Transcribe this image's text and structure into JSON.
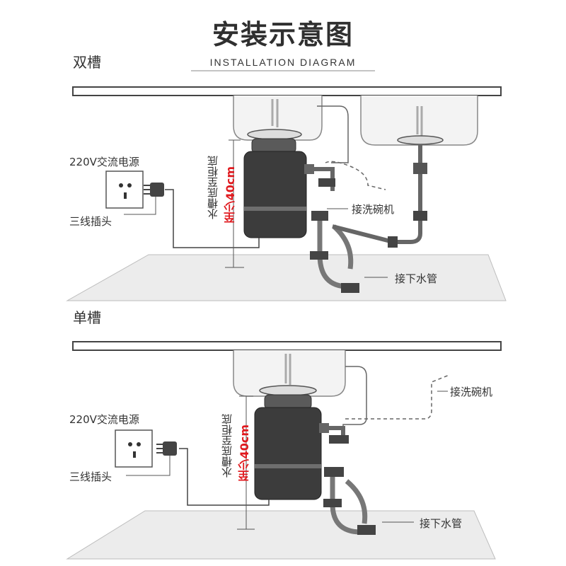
{
  "header": {
    "title": "安装示意图",
    "subtitle": "INSTALLATION DIAGRAM"
  },
  "double_sink": {
    "section_label": "双槽",
    "power_label": "220V交流电源",
    "plug_label": "三线插头",
    "dishwasher_label": "接洗碗机",
    "drain_label": "接下水管",
    "height_label": "水槽底至柜底",
    "min_height_label": "至少40cm"
  },
  "single_sink": {
    "section_label": "单槽",
    "power_label": "220V交流电源",
    "plug_label": "三线插头",
    "dishwasher_label": "接洗碗机",
    "drain_label": "接下水管",
    "height_label": "水槽底至柜底",
    "min_height_label": "至少40cm"
  },
  "colors": {
    "line": "#555555",
    "disposer": "#3c3c3c",
    "accent_red": "#e0191e",
    "floor": "#ececec"
  }
}
